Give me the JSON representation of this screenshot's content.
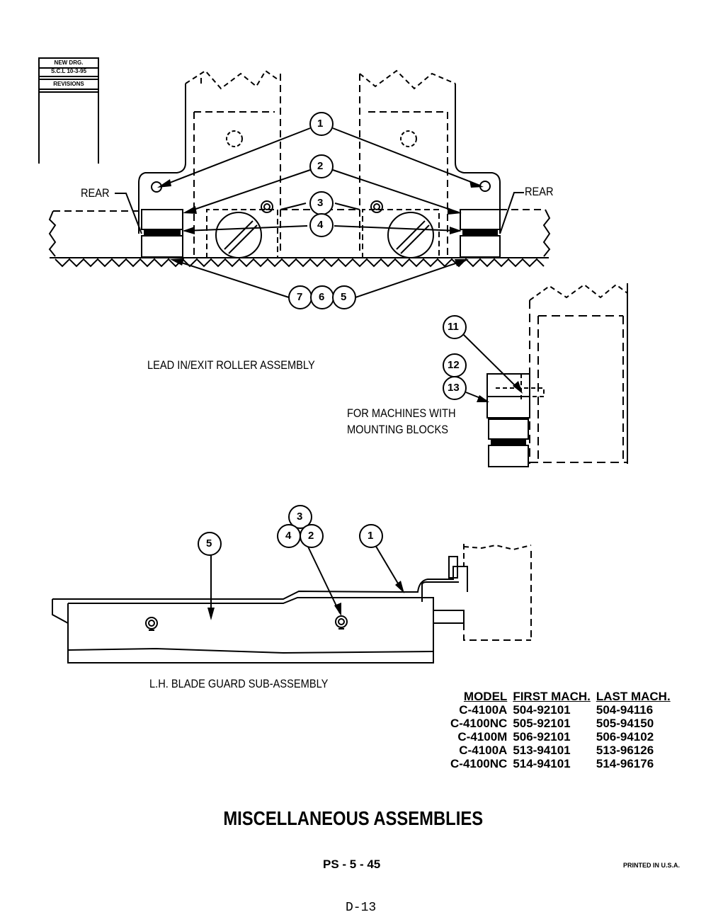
{
  "revision_box": {
    "line1": "NEW DRG.",
    "line2": "S.C.L 10-3-95",
    "line3": "REVISIONS"
  },
  "top_diagram": {
    "rear_left": "REAR",
    "rear_right": "REAR",
    "callouts": [
      "1",
      "2",
      "3",
      "4",
      "7",
      "6",
      "5"
    ],
    "caption": "LEAD IN/EXIT ROLLER ASSEMBLY"
  },
  "mount_diagram": {
    "callouts": [
      "11",
      "12",
      "13"
    ],
    "caption_line1": "FOR MACHINES WITH",
    "caption_line2": "MOUNTING BLOCKS"
  },
  "guard_diagram": {
    "callouts": [
      "3",
      "4",
      "2",
      "5",
      "1"
    ],
    "caption": "L.H. BLADE GUARD SUB-ASSEMBLY"
  },
  "model_table": {
    "headers": [
      "MODEL",
      "FIRST MACH.",
      "LAST MACH."
    ],
    "rows": [
      [
        "C-4100A",
        "504-92101",
        "504-94116"
      ],
      [
        "C-4100NC",
        "505-92101",
        "505-94150"
      ],
      [
        "C-4100M",
        "506-92101",
        "506-94102"
      ],
      [
        "C-4100A",
        "513-94101",
        "513-96126"
      ],
      [
        "C-4100NC",
        "514-94101",
        "514-96176"
      ]
    ]
  },
  "title": "MISCELLANEOUS ASSEMBLIES",
  "page_number": "PS - 5 - 45",
  "printed": "PRINTED IN U.S.A.",
  "doc_number": "D-13"
}
